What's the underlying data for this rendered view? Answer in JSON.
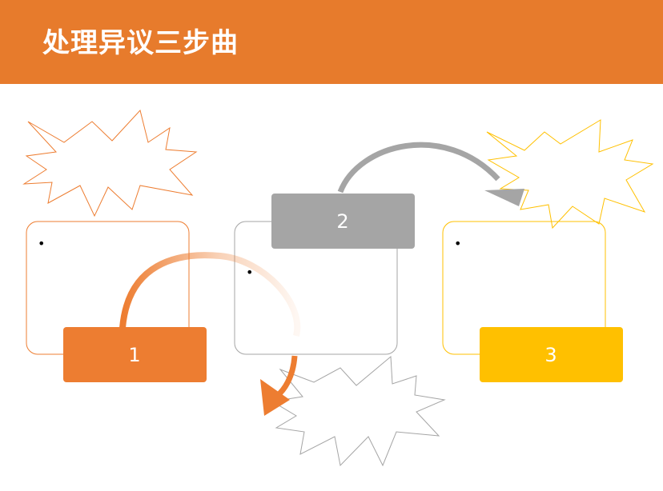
{
  "title": "处理异议三步曲",
  "colors": {
    "header": "#E77B2C",
    "step1": "#ED7D31",
    "step2": "#A5A5A5",
    "step3": "#FFC000"
  },
  "steps": [
    {
      "label": "1",
      "bullet": "•"
    },
    {
      "label": "2",
      "bullet": "•"
    },
    {
      "label": "3",
      "bullet": "•"
    }
  ]
}
